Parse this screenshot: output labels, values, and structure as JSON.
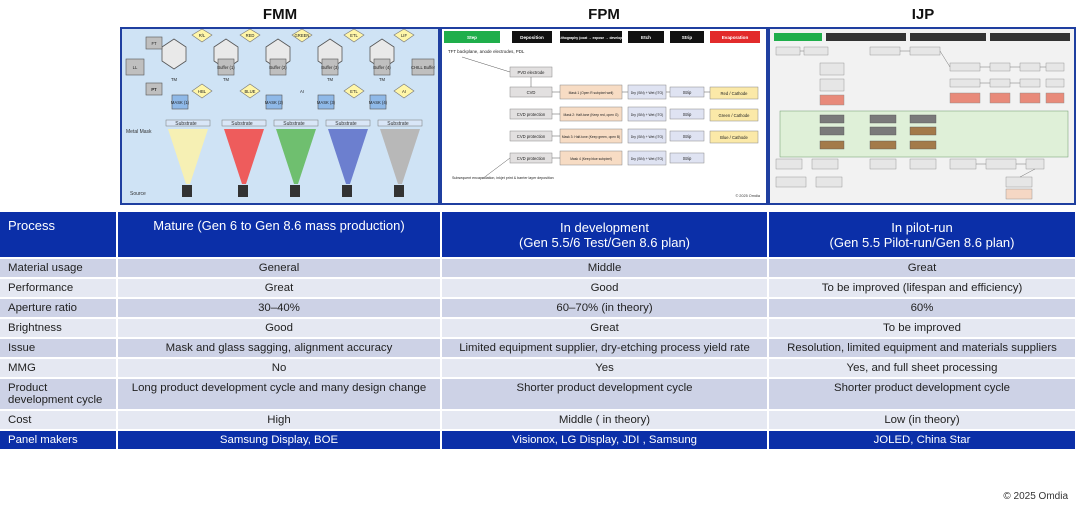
{
  "titles": {
    "fmm": "FMM",
    "fpm": "FPM",
    "ijp": "IJP"
  },
  "fmm_fig": {
    "top_labels": [
      "FT",
      "R/L",
      "RED",
      "GREEN",
      "ETL",
      "LIF"
    ],
    "left_labels": [
      "LL",
      "PT"
    ],
    "buffers": [
      "Buffer (1)",
      "Buffer (2)",
      "Buffer (3)",
      "Buffer (4)",
      "CHILL Buffer"
    ],
    "mid_labels": [
      "TM",
      "TM",
      "TM",
      "TM"
    ],
    "bottom_labels": [
      "PT",
      "HBL",
      "BLUE",
      "ETL",
      "AI",
      "AI"
    ],
    "masks": [
      "MASK (1)",
      "MASK (2)",
      "MASK (3)",
      "MASK (4)"
    ],
    "substrate": "Substrate",
    "metal_mask": "Metal Mask",
    "source": "Source"
  },
  "fpm_fig": {
    "headers": [
      "Step",
      "Deposition",
      "Lithography (coat → expose → develop)",
      "Etch",
      "Strip",
      "Evaporation"
    ],
    "intro": "TFT backplane, anode electrodes, PDL",
    "pvd": "PVD electrode",
    "cvd": "CVD",
    "cvd_protection": "CVD protection",
    "masks": [
      "Mask 1 (Open R subpixel well)",
      "Mask 2: Half-tone (Keep red, open G)",
      "Mask 3: Half-tone (Keep green, open B)",
      "Mask 4 (Keep blue subpixel)"
    ],
    "etch": "Dry (SiN) + Wet (ITO)",
    "strip": "Strip",
    "evap": [
      "Red / Cathode",
      "Green / Cathode",
      "Blue / Cathode"
    ],
    "outro": "Subsequent encapsulation, inkjet print & barrier layer deposition",
    "copyright": "© 2025 Omdia"
  },
  "table": {
    "header": [
      "Process",
      "Mature (Gen 6 to Gen 8.6 mass production)",
      "In development\n(Gen 5.5/6 Test/Gen 8.6 plan)",
      "In pilot-run\n(Gen 5.5 Pilot-run/Gen 8.6 plan)"
    ],
    "rows": [
      [
        "Material usage",
        "General",
        "Middle",
        "Great"
      ],
      [
        "Performance",
        "Great",
        "Good",
        "To be improved (lifespan and efficiency)"
      ],
      [
        "Aperture ratio",
        "30–40%",
        "60–70% (in theory)",
        "60%"
      ],
      [
        "Brightness",
        "Good",
        "Great",
        "To be improved"
      ],
      [
        "Issue",
        "Mask and glass sagging, alignment accuracy",
        "Limited equipment supplier, dry-etching process yield rate",
        "Resolution, limited equipment and materials suppliers"
      ],
      [
        "MMG",
        "No",
        "Yes",
        "Yes, and full sheet processing"
      ],
      [
        "Product development cycle",
        "Long product development cycle and many design change",
        "Shorter product development cycle",
        "Shorter product development cycle"
      ],
      [
        "Cost",
        "High",
        "Middle ( in theory)",
        "Low (in theory)"
      ],
      [
        "Panel makers",
        "Samsung Display,  BOE",
        "Visionox, LG Display, JDI , Samsung",
        "JOLED, China Star"
      ]
    ]
  },
  "footer": "© 2025  Omdia",
  "colors": {
    "header_blue": "#0b2fa8",
    "row_light": "#e5e8f2",
    "row_dark": "#cdd2e6"
  }
}
